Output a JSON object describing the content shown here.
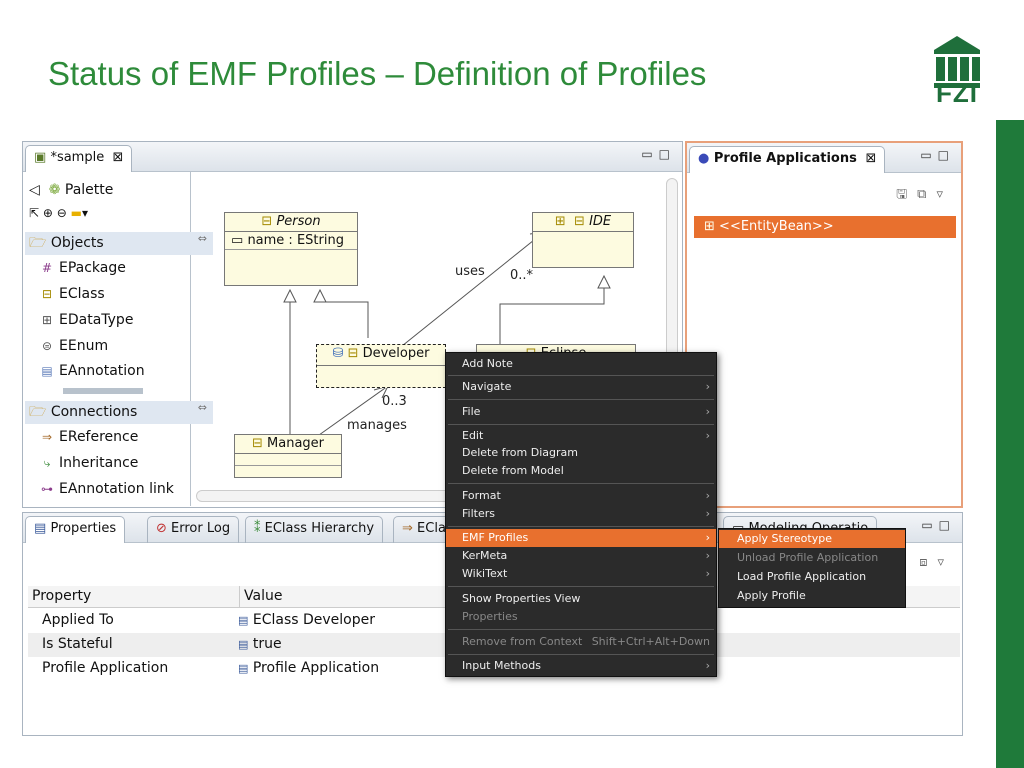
{
  "slide": {
    "title": "Status of EMF Profiles – Definition of Profiles",
    "logo_text": "FZI"
  },
  "editor": {
    "tab_label": "*sample",
    "palette": {
      "title": "Palette",
      "groups": [
        {
          "label": "Objects",
          "items": [
            "EPackage",
            "EClass",
            "EDataType",
            "EEnum",
            "EAnnotation"
          ]
        },
        {
          "label": "Connections",
          "items": [
            "EReference",
            "Inheritance",
            "EAnnotation link"
          ]
        }
      ]
    },
    "diagram": {
      "classes": {
        "person": {
          "name": "Person",
          "attributes": [
            "name : EString"
          ]
        },
        "ide": {
          "name": "IDE"
        },
        "developer": {
          "name": "Developer"
        },
        "eclipse": {
          "name": "Eclipse"
        },
        "manager": {
          "name": "Manager"
        }
      },
      "labels": {
        "uses": "uses",
        "uses_mult": "0..*",
        "manages": "manages",
        "manages_mult": "0..3"
      }
    }
  },
  "profile_applications": {
    "tab_label": "Profile Applications",
    "items": [
      "<<EntityBean>>"
    ]
  },
  "bottom_tabs": [
    "Properties",
    "Error Log",
    "EClass Hierarchy",
    "EClass",
    "Modeling Operatio"
  ],
  "properties": {
    "columns": [
      "Property",
      "Value"
    ],
    "rows": [
      {
        "property": "Applied To",
        "value": "EClass Developer"
      },
      {
        "property": "Is Stateful",
        "value": "true"
      },
      {
        "property": "Profile Application",
        "value": "Profile Application"
      }
    ]
  },
  "context_menu": {
    "items": [
      {
        "label": "Add Note",
        "submenu": false,
        "disabled": false
      },
      {
        "label": "Navigate",
        "submenu": true,
        "disabled": false
      },
      {
        "label": "File",
        "submenu": true,
        "disabled": false
      },
      {
        "label": "Edit",
        "submenu": true,
        "disabled": false
      },
      {
        "label": "Delete from Diagram",
        "submenu": false,
        "disabled": false
      },
      {
        "label": "Delete from Model",
        "submenu": false,
        "disabled": false
      },
      {
        "label": "Format",
        "submenu": true,
        "disabled": false
      },
      {
        "label": "Filters",
        "submenu": true,
        "disabled": false
      },
      {
        "label": "EMF Profiles",
        "submenu": true,
        "disabled": false,
        "selected": true
      },
      {
        "label": "KerMeta",
        "submenu": true,
        "disabled": false
      },
      {
        "label": "WikiText",
        "submenu": true,
        "disabled": false
      },
      {
        "label": "Show Properties View",
        "submenu": false,
        "disabled": false
      },
      {
        "label": "Properties",
        "submenu": false,
        "disabled": true
      },
      {
        "label": "Remove from Context",
        "shortcut": "Shift+Ctrl+Alt+Down",
        "submenu": false,
        "disabled": true
      },
      {
        "label": "Input Methods",
        "submenu": true,
        "disabled": false
      }
    ],
    "submenu": [
      {
        "label": "Apply Stereotype",
        "selected": true,
        "disabled": false
      },
      {
        "label": "Unload Profile Application",
        "disabled": true
      },
      {
        "label": "Load Profile Application",
        "disabled": false
      },
      {
        "label": "Apply Profile",
        "disabled": false
      }
    ]
  },
  "colors": {
    "title_green": "#2e8b3a",
    "accent_orange": "#e8702e",
    "menu_bg": "#2b2b2b"
  }
}
